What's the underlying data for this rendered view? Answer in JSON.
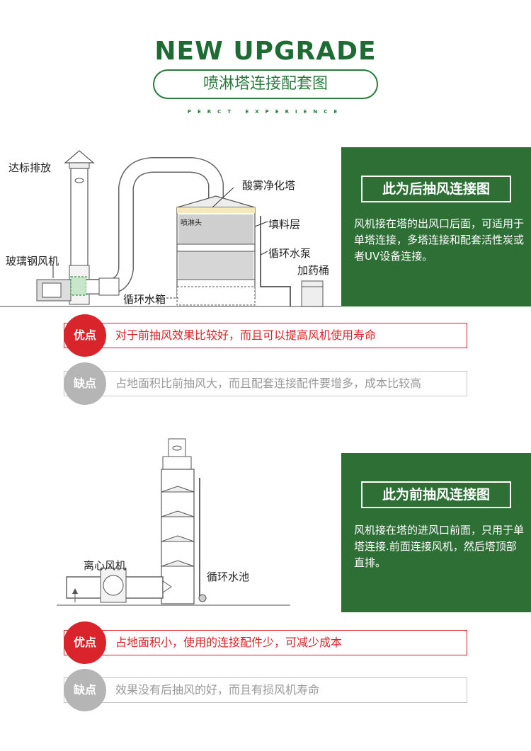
{
  "header": {
    "headline": "NEW UPGRADE",
    "subtitle": "喷淋塔连接配套图",
    "tagline": "PERCT EXPERIENCE"
  },
  "colors": {
    "brand_green": "#2e6f36",
    "pro_red": "#d8242a",
    "con_gray": "#b5b5b5"
  },
  "section1": {
    "diagram_labels": {
      "discharge": "达标排放",
      "fan": "玻璃钢风机",
      "tower": "酸雾净化塔",
      "spray_head": "喷淋头",
      "packing": "填料层",
      "pump": "循环水泵",
      "dosing": "加药桶",
      "tank": "循环水箱"
    },
    "panel": {
      "title": "此为后抽风连接图",
      "description": "风机接在塔的出风口后面，可适用于单塔连接，多塔连接和配套活性炭或者UV设备连接。"
    },
    "pro": {
      "badge": "优点",
      "text": "对于前抽风效果比较好，而且可以提高风机使用寿命"
    },
    "con": {
      "badge": "缺点",
      "text": "占地面积比前抽风大，而且配套连接配件要增多，成本比较高"
    }
  },
  "section2": {
    "diagram_labels": {
      "fan": "离心风机",
      "pool": "循环水池"
    },
    "panel": {
      "title": "此为前抽风连接图",
      "description": "风机接在塔的进风口前面，只用于单塔连接.前面连接风机，然后塔顶部直排。"
    },
    "pro": {
      "badge": "优点",
      "text": "占地面积小，使用的连接配件少，可减少成本"
    },
    "con": {
      "badge": "缺点",
      "text": "效果没有后抽风的好，而且有损风机寿命"
    }
  }
}
